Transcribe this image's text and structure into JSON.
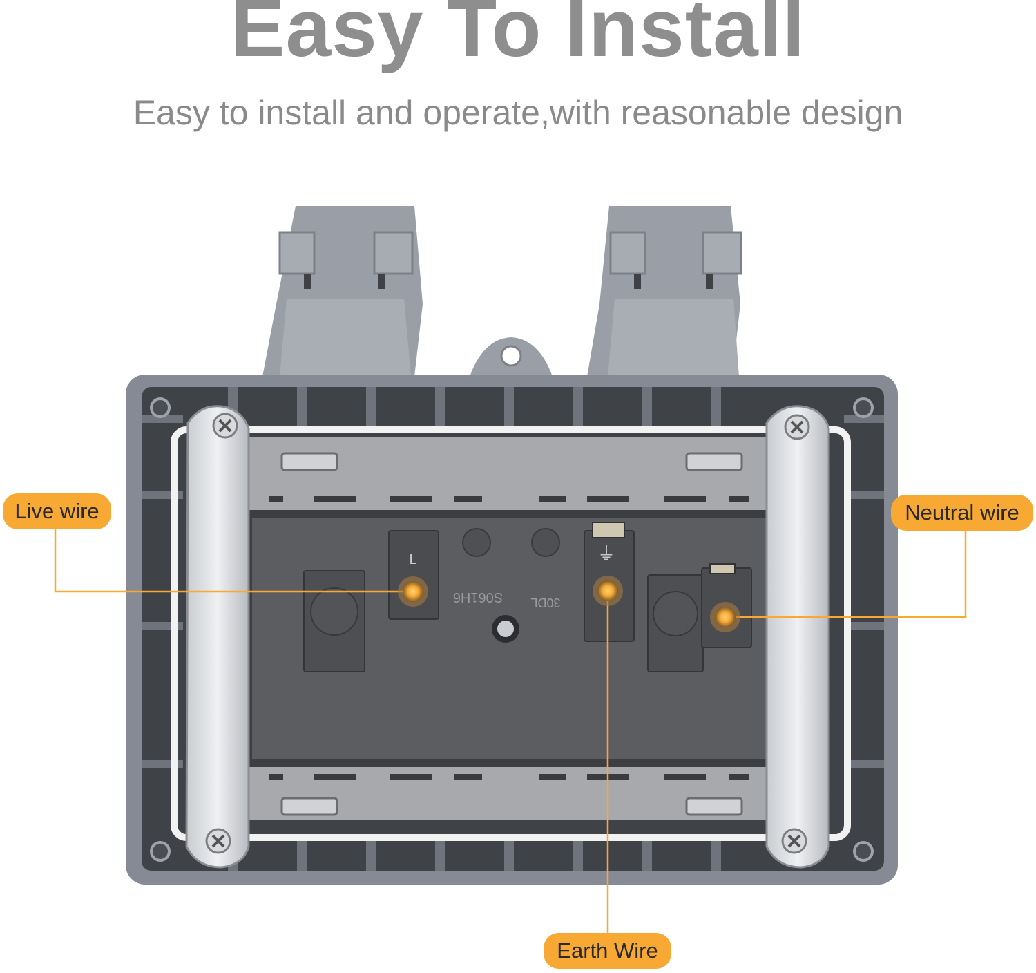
{
  "heading": {
    "title": "Easy To Install",
    "subtitle": "Easy to install and operate,with reasonable design"
  },
  "callouts": {
    "live": "Live wire",
    "neutral": "Neutral wire",
    "earth": "Earth Wire"
  },
  "terminal_marks": {
    "live_symbol": "L",
    "earth_symbol": "⏚"
  },
  "embossed_text": {
    "left": "S061H6",
    "right": "30DL"
  },
  "colors": {
    "callout": "#f7a934",
    "title": "#8e8e8e",
    "enclosure": "#8a8e99",
    "inner_plate": "#5c5d60"
  }
}
